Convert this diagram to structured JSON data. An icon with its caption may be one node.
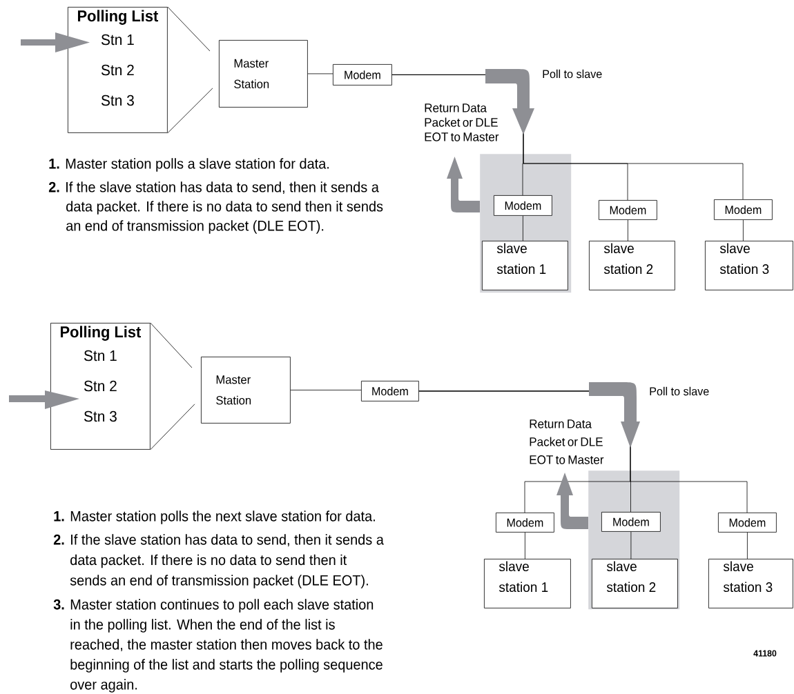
{
  "diagram": {
    "nodes": [
      {
        "text": [
          "Polling List",
          "Stn 1",
          "Stn 2",
          "Stn 3"
        ]
      },
      {
        "text": [
          "Master Station"
        ]
      },
      {
        "text": [
          "Modem"
        ]
      },
      {
        "text": [],
        "shape": "box"
      },
      {
        "text": [
          "Modem"
        ],
        "in": 3
      },
      {
        "text": [
          "slave station 1"
        ],
        "in": 3
      },
      {
        "text": [
          "Modem"
        ]
      },
      {
        "text": [
          "slave station 2"
        ]
      },
      {
        "text": [
          "Modem"
        ]
      },
      {
        "text": [
          "slave station 3"
        ]
      },
      {
        "text": [
          "Polling List",
          "Stn 1",
          "Stn 2",
          "Stn 3"
        ]
      },
      {
        "text": [
          "Master Station"
        ]
      },
      {
        "text": [
          "Modem"
        ]
      },
      {
        "text": [
          "Modem"
        ]
      },
      {
        "text": [
          "slave station 1"
        ]
      },
      {
        "text": [],
        "shape": "box"
      },
      {
        "text": [
          "Modem"
        ],
        "in": 15
      },
      {
        "text": [
          "slave station 2"
        ],
        "in": 15
      },
      {
        "text": [
          "Modem"
        ]
      },
      {
        "text": [
          "slave station 3"
        ]
      }
    ],
    "edges": [
      {
        "from": 0,
        "to": 1,
        "arrow": "none"
      },
      {
        "from": 0,
        "to": 1,
        "arrow": "none"
      },
      {
        "from": 1,
        "to": 2,
        "arrow": "none"
      },
      {
        "from": 2,
        "to": 4,
        "arrow": "none"
      },
      {
        "from": 2,
        "to": 6,
        "arrow": "none"
      },
      {
        "from": 2,
        "to": 8,
        "arrow": "none"
      },
      {
        "from": 4,
        "to": 5,
        "arrow": "none"
      },
      {
        "from": 6,
        "to": 7,
        "arrow": "none"
      },
      {
        "from": 8,
        "to": 9,
        "arrow": "none"
      },
      {
        "from": 10,
        "to": 11,
        "arrow": "none"
      },
      {
        "from": 10,
        "to": 11,
        "arrow": "none"
      },
      {
        "from": 11,
        "to": 12,
        "arrow": "none"
      },
      {
        "from": 12,
        "to": 13,
        "arrow": "none"
      },
      {
        "from": 12,
        "to": 16,
        "arrow": "none"
      },
      {
        "from": 12,
        "to": 18,
        "arrow": "none"
      },
      {
        "from": 13,
        "to": 14,
        "arrow": "none"
      },
      {
        "from": 16,
        "to": 17,
        "arrow": "none"
      },
      {
        "from": 18,
        "to": 19,
        "arrow": "none"
      }
    ],
    "labels": [
      "Poll to slave",
      "Return Data Packet or DLE EOT to Master",
      "**1.** Master station polls a slave station for data.",
      "**2.** If the slave station has data to send, then it sends a data packet. If there is no data to send then it sends an end of transmission packet (DLE EOT).",
      "Poll to slave",
      "Return Data Packet or DLE EOT to Master",
      "**1.** Master station polls the next slave station for data.",
      "**2.** If the slave station has data to send, then it sends a data packet. If there is no data to send then it sends an end of transmission packet (DLE EOT).",
      "**3.** Master station continues to poll each slave station in the polling list. When the end of the list is reached, the master station then moves back to the beginning of the list and starts the polling sequence over again.",
      "41180"
    ]
  }
}
